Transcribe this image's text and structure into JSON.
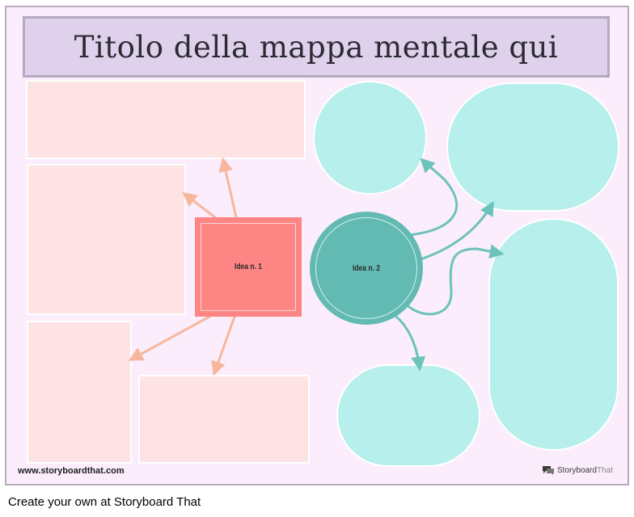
{
  "title": "Titolo della mappa mentale qui",
  "idea1": {
    "label": "Idea n. 1",
    "color": "#fd8583",
    "arrow_color": "#f7b79e"
  },
  "idea2": {
    "label": "Idea n. 2",
    "color": "#62bab3",
    "arrow_color": "#6cc3ba"
  },
  "colors": {
    "background": "#fbedfc",
    "title_box": "#dfd0eb",
    "pink_box": "#fde3e3",
    "teal_shape": "#b6efeb"
  },
  "footer": {
    "url": "www.storyboardthat.com",
    "logo_prefix": "Storyboard",
    "logo_suffix": "That",
    "logo_icon": "speech-bubbles-icon"
  },
  "caption": "Create your own at Storyboard That"
}
